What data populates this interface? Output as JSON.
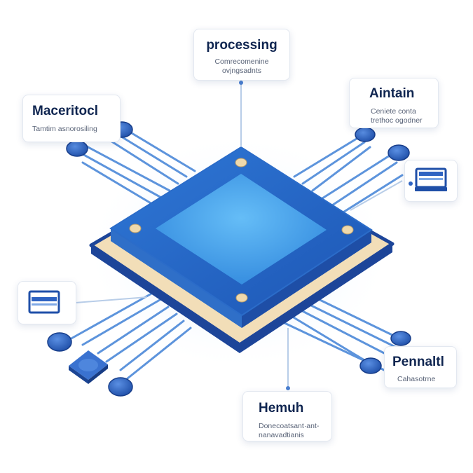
{
  "labels": {
    "processing": {
      "title": "processing",
      "line1": "Comrecomenine",
      "line2": "ovjngsadnts"
    },
    "maceritocl": {
      "title": "Maceritocl",
      "line1": "Tamtim asnorosiling"
    },
    "aintain": {
      "title": "Aintain",
      "line1": "Ceniete conta",
      "line2": "trethoc ogodner"
    },
    "pennaltl": {
      "title": "Pennaltl",
      "line1": "Cahasotrne"
    },
    "hemuh": {
      "title": "Hemuh",
      "line1": "Donecoatsant·ant-",
      "line2": "nanavadtianis"
    }
  },
  "icons": [
    "monitor-icon",
    "card-icon",
    "cube-icon"
  ],
  "colors": {
    "chip_blue": "#1e5bb8",
    "chip_light": "#4aa6ee",
    "substrate": "#f2deb8",
    "trace": "#5d94dc",
    "node": "#2e63c2",
    "text_dark": "#0f2550"
  }
}
